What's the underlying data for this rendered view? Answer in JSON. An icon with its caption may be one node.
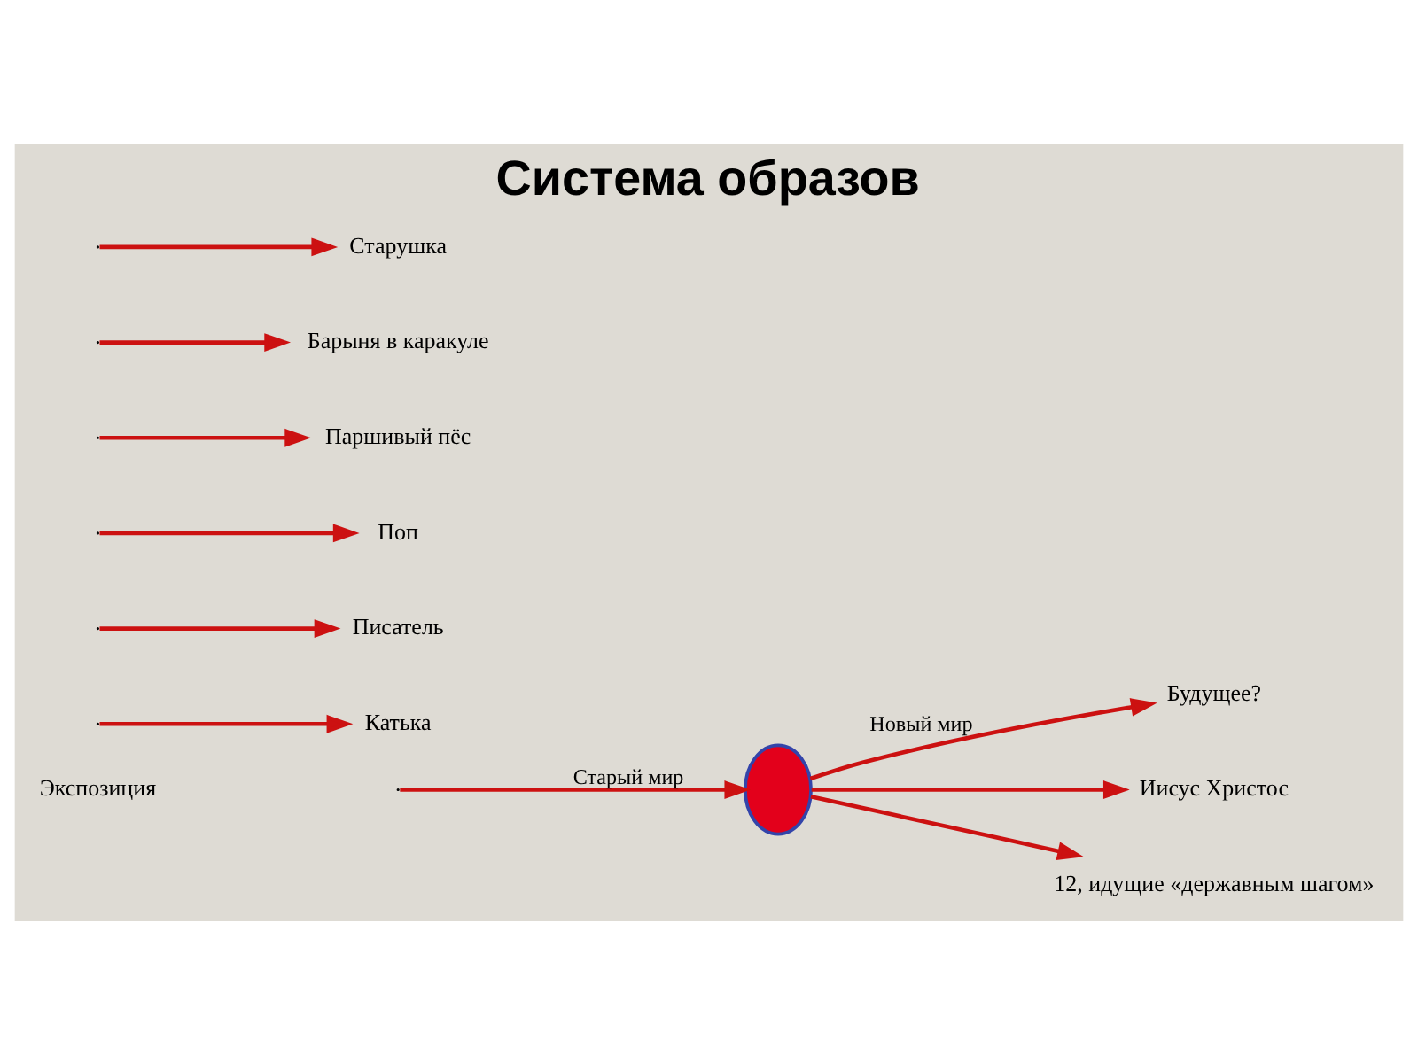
{
  "diagram": {
    "title": "Система образов",
    "nodes": [
      {
        "text": [],
        "shape": "circle"
      },
      {
        "text": [
          "Будущее?"
        ]
      },
      {
        "text": [
          "Катька"
        ]
      },
      {
        "text": [
          "Писатель"
        ]
      },
      {
        "text": [
          "Поп"
        ]
      },
      {
        "text": [
          "Паршивый пёс"
        ]
      },
      {
        "text": [
          "Барыня в каракуле"
        ]
      },
      {
        "text": [
          "Старушка"
        ]
      },
      {
        "text": [
          "Иисус Христос"
        ]
      },
      {
        "text": [
          "12, идущие «державным шагом»"
        ]
      }
    ],
    "edges": [
      {
        "from": null,
        "to": 0,
        "arrow": "to",
        "label": "Старый мир"
      },
      {
        "from": 0,
        "to": 1,
        "arrow": "to",
        "label": "Новый мир"
      },
      {
        "from": null,
        "to": 2,
        "arrow": "to"
      },
      {
        "from": null,
        "to": 3,
        "arrow": "to"
      },
      {
        "from": null,
        "to": 4,
        "arrow": "to"
      },
      {
        "from": null,
        "to": 5,
        "arrow": "to"
      },
      {
        "from": null,
        "to": 6,
        "arrow": "to"
      },
      {
        "from": null,
        "to": 7,
        "arrow": "to"
      },
      {
        "from": 0,
        "to": 8,
        "arrow": "to"
      },
      {
        "from": 0,
        "to": 9,
        "arrow": "to"
      }
    ],
    "labels": [
      "Экспозиция"
    ]
  }
}
